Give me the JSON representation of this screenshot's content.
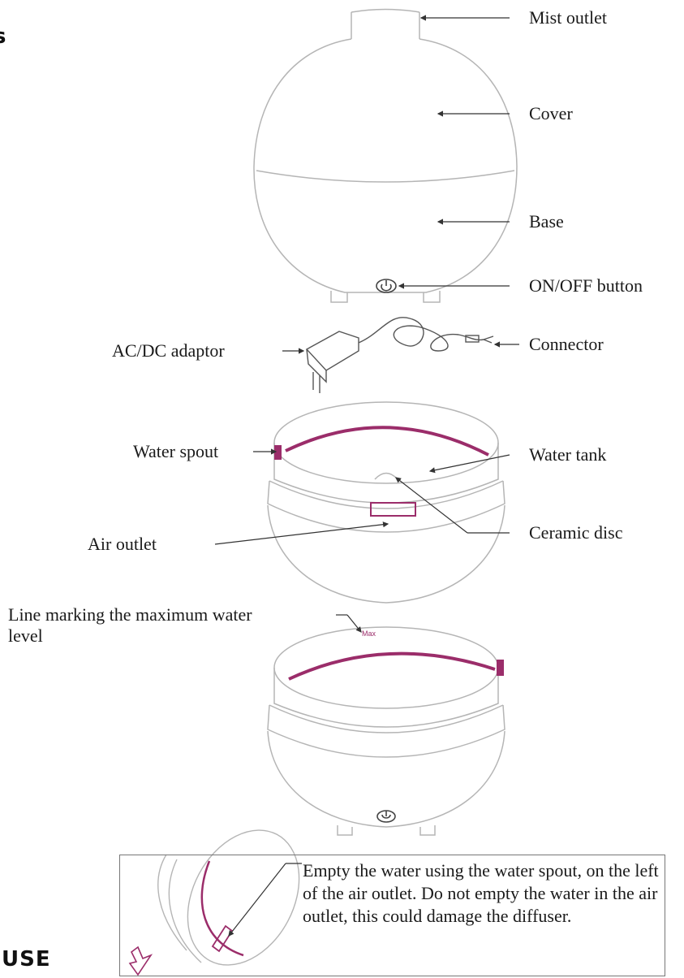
{
  "headings": {
    "top_fragment": "s",
    "bottom_fragment": "USE"
  },
  "labels": {
    "mist_outlet": "Mist outlet",
    "cover": "Cover",
    "base": "Base",
    "on_off_button": "ON/OFF button",
    "ac_dc_adaptor": "AC/DC adaptor",
    "connector": "Connector",
    "water_spout": "Water spout",
    "water_tank": "Water tank",
    "air_outlet": "Air outlet",
    "ceramic_disc": "Ceramic disc",
    "max_line_line1": "Line marking the maximum water",
    "max_line_line2": "level",
    "max_mark": "Max"
  },
  "note": {
    "text": "Empty the water using the water spout, on the left of the air outlet. Do not empty the water in the air outlet, this could damage the diffuser."
  },
  "colors": {
    "accent": "#9b2d6a",
    "line": "#333333",
    "outline": "#b5b5b5"
  },
  "icons": {
    "power": "power-icon",
    "arrow": "drain-arrow-icon"
  }
}
